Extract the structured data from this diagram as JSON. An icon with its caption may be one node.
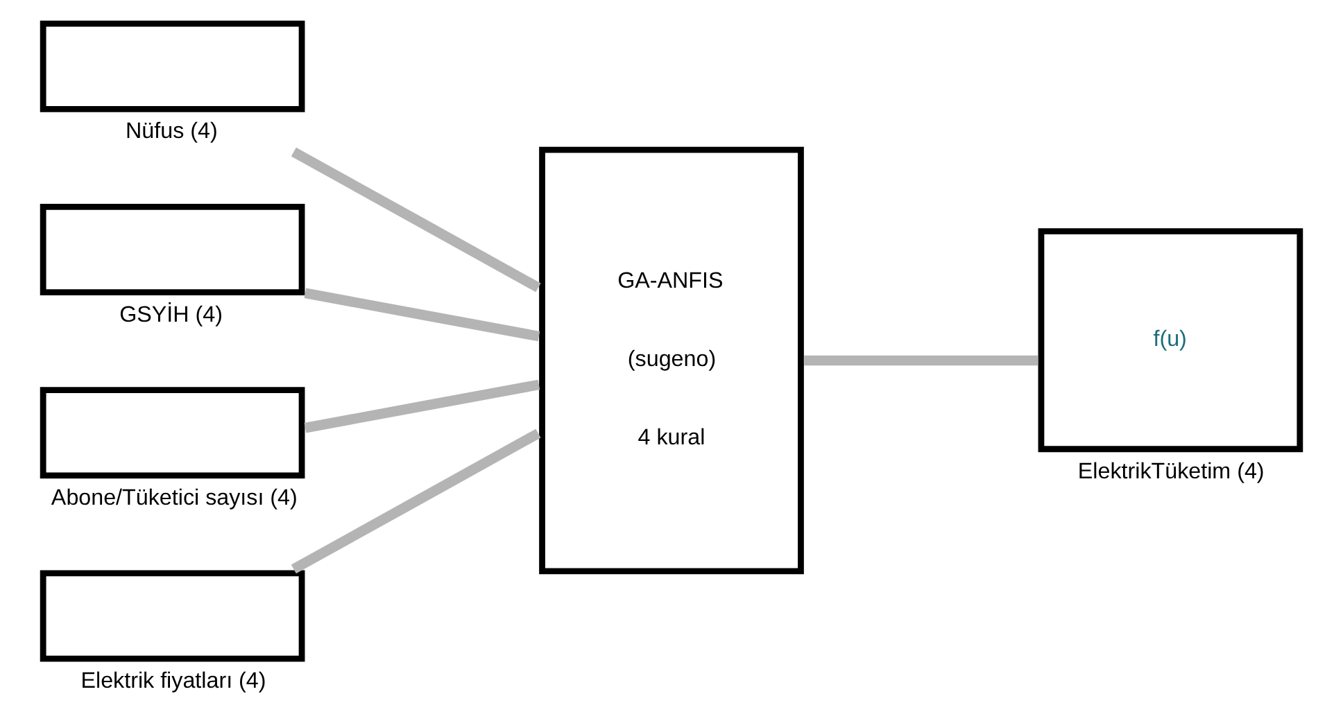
{
  "diagram": {
    "nodes": [
      {
        "text": [],
        "shape": "box",
        "beside": [
          "Nüfus (4)"
        ]
      },
      {
        "text": [],
        "shape": "box",
        "beside": [
          "GSYİH (4)"
        ]
      },
      {
        "text": [],
        "shape": "box",
        "beside": [
          "Abone/Tüketici sayısı (4)"
        ]
      },
      {
        "text": [],
        "shape": "box",
        "beside": [
          "Elektrik fiyatları (4)"
        ]
      },
      {
        "text": [
          "GA-ANFIS",
          "(sugeno)",
          "4 kural"
        ]
      },
      {
        "text": [
          "f(u)"
        ],
        "beside": [
          "ElektrikTüketim (4)"
        ]
      }
    ],
    "edges": [
      {
        "from": 0,
        "to": 4,
        "arrow": "none"
      },
      {
        "from": 1,
        "to": 4,
        "arrow": "none"
      },
      {
        "from": 2,
        "to": 4,
        "arrow": "none"
      },
      {
        "from": 3,
        "to": 4,
        "arrow": "none"
      },
      {
        "from": 4,
        "to": 5,
        "arrow": "none"
      }
    ]
  }
}
